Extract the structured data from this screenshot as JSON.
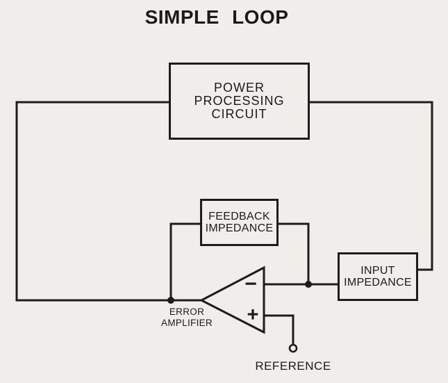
{
  "title": "SIMPLE LOOP",
  "colors": {
    "background": "#f0eeea",
    "line": "#1c1c1c",
    "text": "#1a1a1a"
  },
  "blocks": {
    "power": {
      "lines": [
        "POWER",
        "PROCESSING",
        "CIRCUIT"
      ]
    },
    "feedback": {
      "lines": [
        "FEEDBACK",
        "IMPEDANCE"
      ]
    },
    "input": {
      "lines": [
        "INPUT",
        "IMPEDANCE"
      ]
    }
  },
  "amplifier": {
    "lines": [
      "ERROR",
      "AMPLIFIER"
    ],
    "inverting_symbol": "−",
    "noninverting_symbol": "+"
  },
  "reference": {
    "label": "REFERENCE"
  }
}
